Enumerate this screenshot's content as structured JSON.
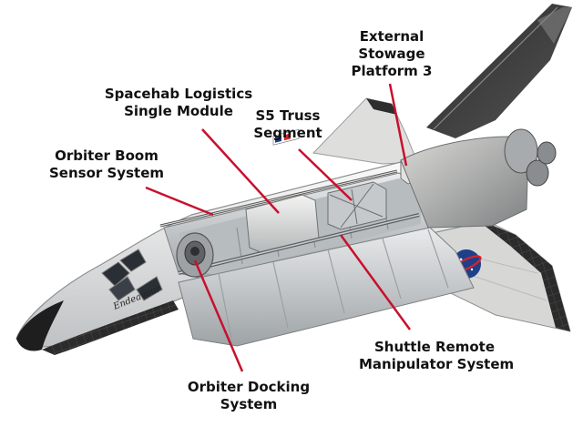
{
  "labels": {
    "esp3": [
      "External",
      "Stowage",
      "Platform 3"
    ],
    "spacehab": [
      "Spacehab Logistics",
      "Single Module"
    ],
    "s5": [
      "S5 Truss",
      "Segment"
    ],
    "obss": [
      "Orbiter Boom",
      "Sensor System"
    ],
    "srms": [
      "Shuttle Remote",
      "Manipulator System"
    ],
    "ods": [
      "Orbiter Docking",
      "System"
    ]
  },
  "orbiter_name": "Endeavour",
  "colors": {
    "leader_line": "#c8102e",
    "nose_cap": "#1e1e1e",
    "body_white": "#f0f0ee",
    "bay_liner": "#cfd3d6",
    "nasa_blue": "#1f3f8a"
  }
}
